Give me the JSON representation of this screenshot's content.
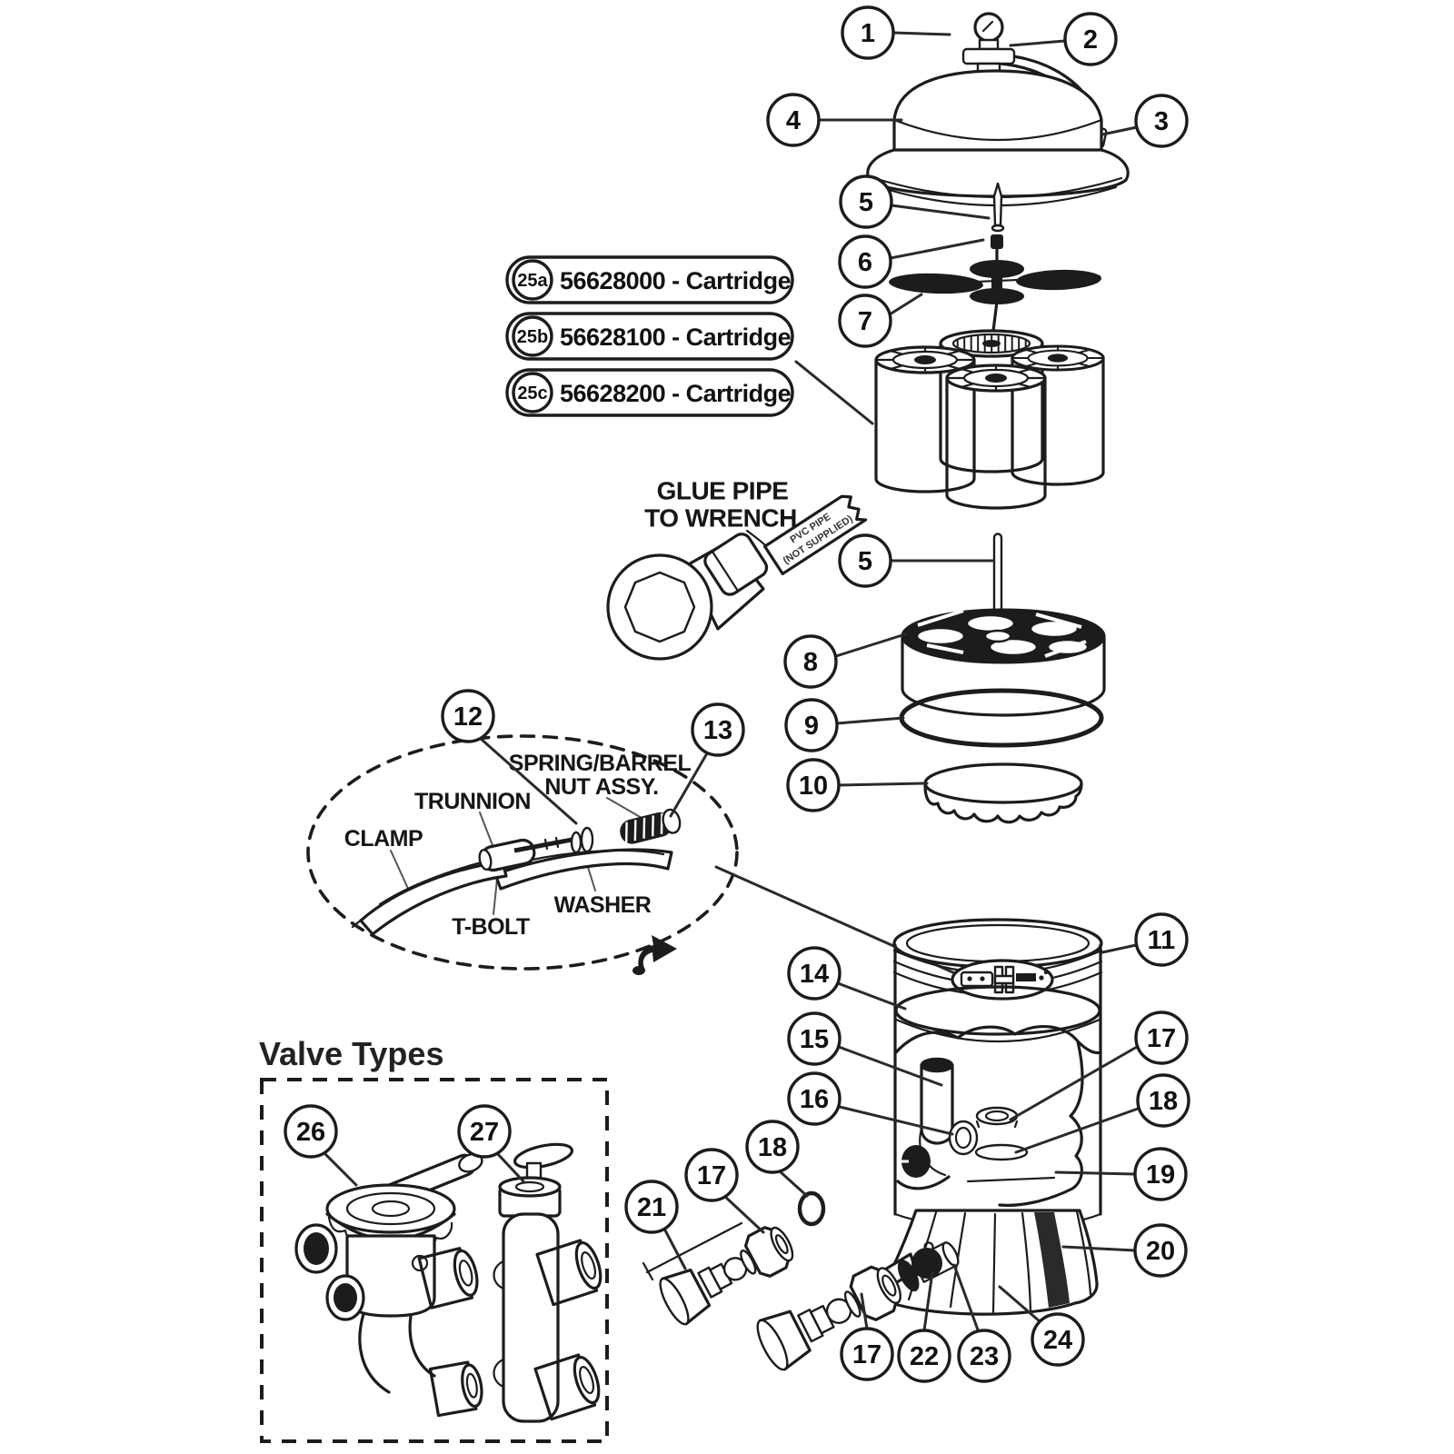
{
  "callouts": {
    "n1": "1",
    "n2": "2",
    "n3": "3",
    "n4": "4",
    "n5": "5",
    "n6": "6",
    "n7": "7",
    "n8": "8",
    "n9": "9",
    "n10": "10",
    "n11": "11",
    "n12": "12",
    "n13": "13",
    "n14": "14",
    "n15": "15",
    "n16": "16",
    "n17": "17",
    "n18": "18",
    "n19": "19",
    "n20": "20",
    "n21": "21",
    "n22": "22",
    "n23": "23",
    "n24": "24",
    "n26": "26",
    "n27": "27",
    "n25a": "25a",
    "n25b": "25b",
    "n25c": "25c"
  },
  "cartridge_parts": [
    {
      "id": "25a",
      "part": "56628000 - Cartridge"
    },
    {
      "id": "25b",
      "part": "56628100 - Cartridge"
    },
    {
      "id": "25c",
      "part": "56628200 - Cartridge"
    }
  ],
  "labels": {
    "glue_pipe_1": "GLUE PIPE",
    "glue_pipe_2": "TO WRENCH",
    "pvc_pipe_1": "PVC PIPE",
    "pvc_pipe_2": "(NOT SUPPLIED)",
    "spring_barrel_1": "SPRING/BARREL",
    "spring_barrel_2": "NUT ASSY.",
    "trunnion": "TRUNNION",
    "clamp": "CLAMP",
    "washer": "WASHER",
    "t_bolt": "T-BOLT",
    "valve_types": "Valve Types"
  }
}
